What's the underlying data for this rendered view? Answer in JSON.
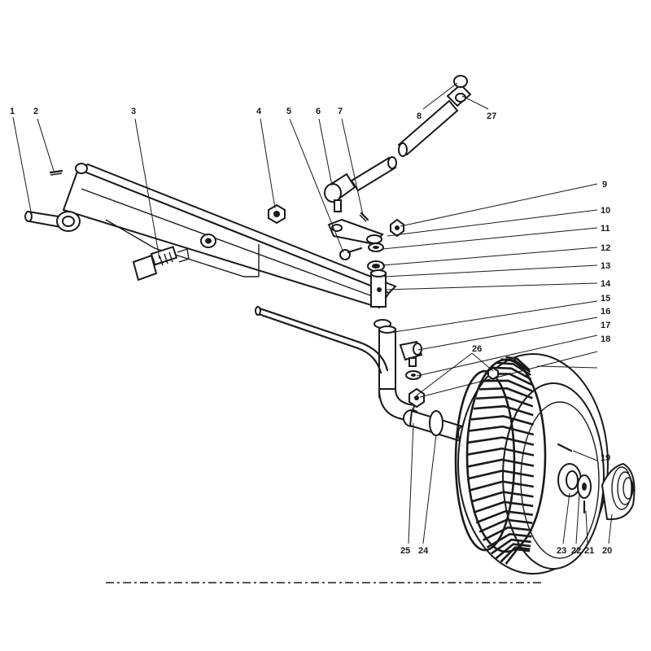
{
  "callouts": [
    {
      "id": "1",
      "label": "1"
    },
    {
      "id": "2",
      "label": "2"
    },
    {
      "id": "3",
      "label": "3"
    },
    {
      "id": "4",
      "label": "4"
    },
    {
      "id": "5",
      "label": "5"
    },
    {
      "id": "6",
      "label": "6"
    },
    {
      "id": "7",
      "label": "7"
    },
    {
      "id": "8",
      "label": "8"
    },
    {
      "id": "27",
      "label": "27"
    },
    {
      "id": "9",
      "label": "9"
    },
    {
      "id": "10",
      "label": "10"
    },
    {
      "id": "11",
      "label": "11"
    },
    {
      "id": "12",
      "label": "12"
    },
    {
      "id": "13",
      "label": "13"
    },
    {
      "id": "14",
      "label": "14"
    },
    {
      "id": "15",
      "label": "15"
    },
    {
      "id": "16",
      "label": "16"
    },
    {
      "id": "17",
      "label": "17"
    },
    {
      "id": "18",
      "label": "18"
    },
    {
      "id": "26",
      "label": "26"
    },
    {
      "id": "19",
      "label": "19"
    },
    {
      "id": "25",
      "label": "25"
    },
    {
      "id": "24",
      "label": "24"
    },
    {
      "id": "23",
      "label": "23"
    },
    {
      "id": "22",
      "label": "22"
    },
    {
      "id": "21",
      "label": "21"
    },
    {
      "id": "20",
      "label": "20"
    }
  ]
}
